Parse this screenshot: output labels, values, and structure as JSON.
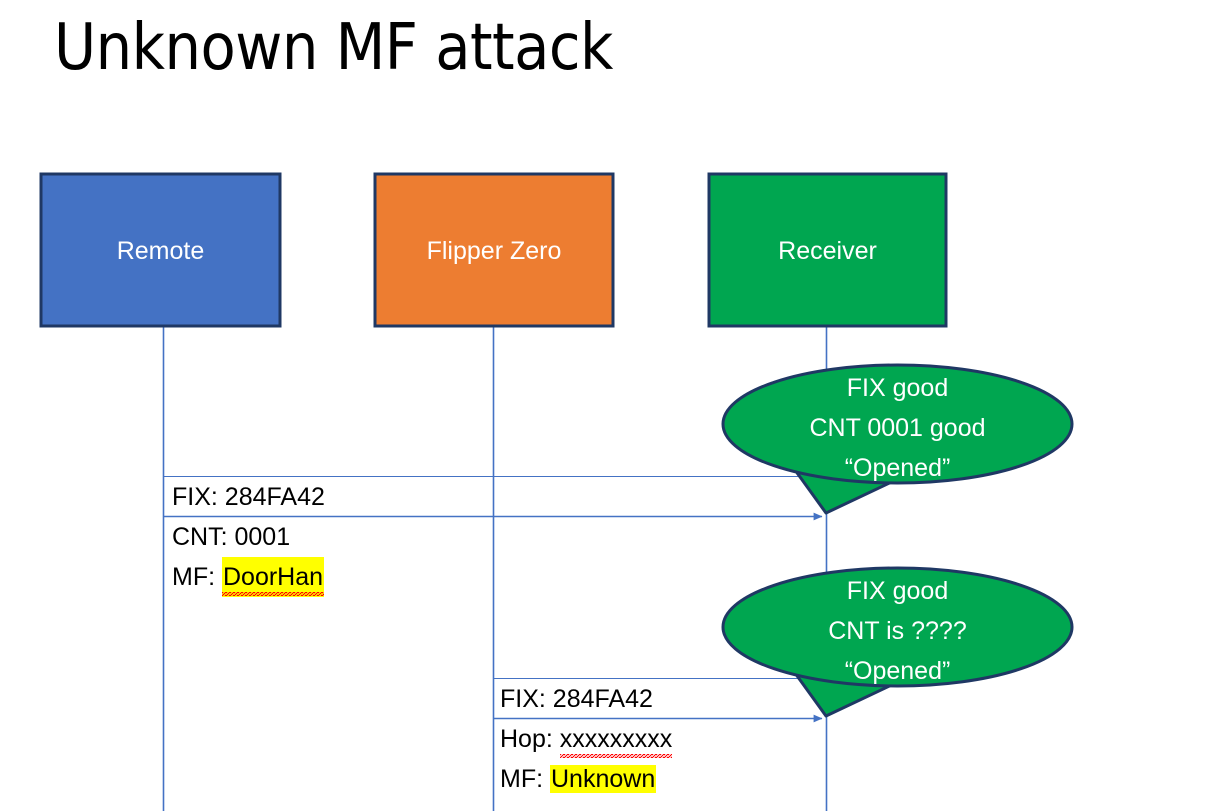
{
  "slide": {
    "title": "Unknown MF attack",
    "background": "#FFFFFF"
  },
  "colors": {
    "remote_fill": "#4472C4",
    "flipper_fill": "#ED7D31",
    "receiver_fill": "#00A650",
    "box_border": "#1F3864",
    "bubble_fill": "#00A650",
    "bubble_border": "#1F3864",
    "lifeline": "#4472C4",
    "arrow": "#4472C4",
    "highlight": "#FFFF00",
    "text_dark": "#000000",
    "text_light": "#FFFFFF",
    "spellcheck_underline": "#FF0000"
  },
  "actors": [
    {
      "id": "remote",
      "label": "Remote"
    },
    {
      "id": "flipper",
      "label": "Flipper Zero"
    },
    {
      "id": "receiver",
      "label": "Receiver"
    }
  ],
  "messages": [
    {
      "id": "msg-remote-to-receiver",
      "from": "remote",
      "to": "receiver",
      "lines": [
        {
          "label": "FIX: ",
          "value": "284FA42",
          "highlight": false,
          "spellcheck_error": false
        },
        {
          "label": "CNT: ",
          "value": "0001",
          "highlight": false,
          "spellcheck_error": false
        },
        {
          "label": "MF: ",
          "value": "DoorHan",
          "highlight": true,
          "spellcheck_error": true
        }
      ]
    },
    {
      "id": "msg-flipper-to-receiver",
      "from": "flipper",
      "to": "receiver",
      "lines": [
        {
          "label": "FIX: ",
          "value": "284FA42",
          "highlight": false,
          "spellcheck_error": false
        },
        {
          "label": "Hop: ",
          "value": "xxxxxxxxx",
          "highlight": false,
          "spellcheck_error": true
        },
        {
          "label": "MF: ",
          "value": "Unknown",
          "highlight": true,
          "spellcheck_error": false
        }
      ]
    }
  ],
  "callouts": [
    {
      "id": "callout-first-signal",
      "anchor": "receiver",
      "lines": [
        "FIX good",
        "CNT 0001 good",
        "“Opened”"
      ]
    },
    {
      "id": "callout-second-signal",
      "anchor": "receiver",
      "lines": [
        "FIX good",
        "CNT is ????",
        "“Opened”"
      ]
    }
  ]
}
